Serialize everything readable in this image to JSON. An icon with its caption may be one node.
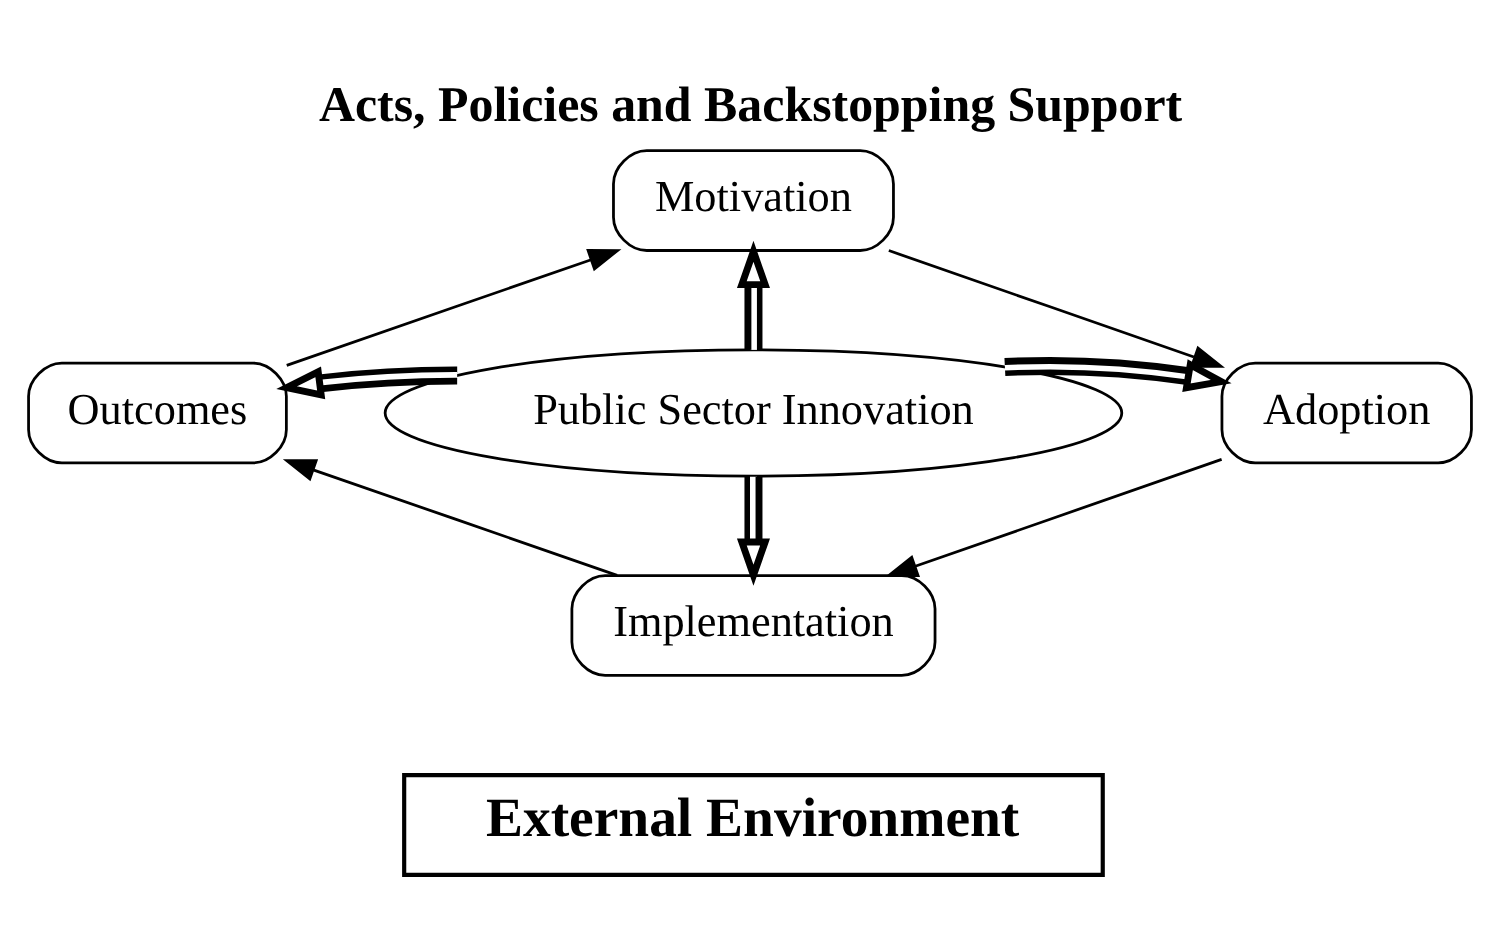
{
  "diagram": {
    "title": "Acts, Policies and Backstopping Support",
    "nodes": [
      {
        "text": [
          "Motivation"
        ]
      },
      {
        "text": [
          "Outcomes"
        ]
      },
      {
        "text": [
          "Public Sector Innovation"
        ]
      },
      {
        "text": [
          "Adoption"
        ]
      },
      {
        "text": [
          "Implementation"
        ]
      },
      {
        "text": [
          "External Environment"
        ]
      }
    ],
    "edges": [
      {
        "from": 1,
        "to": 0,
        "arrow": "to"
      },
      {
        "from": 0,
        "to": 3,
        "arrow": "to"
      },
      {
        "from": 3,
        "to": 4,
        "arrow": "to"
      },
      {
        "from": 4,
        "to": 1,
        "arrow": "to"
      },
      {
        "from": 2,
        "to": 0,
        "arrow": "to",
        "style": "thick"
      },
      {
        "from": 2,
        "to": 1,
        "arrow": "to",
        "style": "thick"
      },
      {
        "from": 2,
        "to": 3,
        "arrow": "to",
        "style": "thick"
      },
      {
        "from": 2,
        "to": 4,
        "arrow": "to",
        "style": "thick"
      }
    ]
  }
}
